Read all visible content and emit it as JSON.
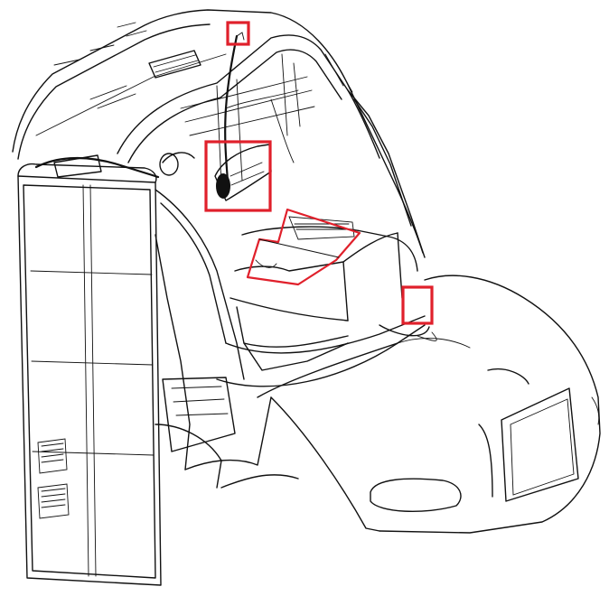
{
  "diagram": {
    "subject": "truck-cab-line-drawing",
    "highlight_color": "#e0202b",
    "line_color": "#111111",
    "background": "#ffffff",
    "callouts": [
      {
        "id": "callout-roof-harness-end"
      },
      {
        "id": "callout-overhead-module"
      },
      {
        "id": "callout-dash-panel"
      },
      {
        "id": "callout-firewall-pass-through"
      }
    ]
  }
}
